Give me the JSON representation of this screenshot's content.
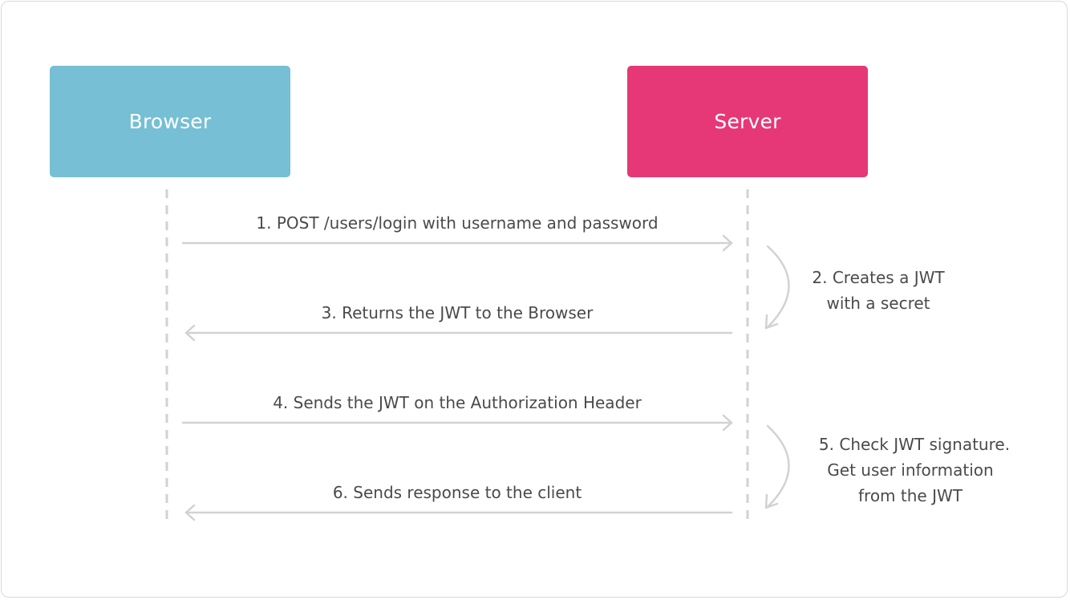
{
  "colors": {
    "browser": "#76bfd4",
    "server": "#e63877",
    "line": "#d2d2d2",
    "text": "#4a4a4a"
  },
  "actors": {
    "browser": "Browser",
    "server": "Server"
  },
  "steps": [
    {
      "text": "1. POST /users/login with username and password",
      "direction": "to-server"
    },
    {
      "lines": [
        "2. Creates a JWT",
        "with a secret"
      ],
      "direction": "self-server"
    },
    {
      "text": "3. Returns the JWT to the Browser",
      "direction": "to-browser"
    },
    {
      "text": "4. Sends the JWT on the Authorization Header",
      "direction": "to-server"
    },
    {
      "lines": [
        "5. Check JWT signature.",
        "Get user information",
        "from the JWT"
      ],
      "direction": "self-server"
    },
    {
      "text": "6. Sends response to the client",
      "direction": "to-browser"
    }
  ]
}
